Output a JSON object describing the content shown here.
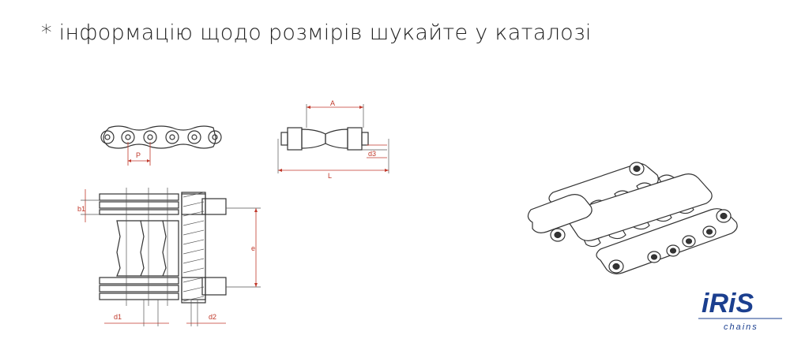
{
  "note": "* інформацію щодо розмірів шукайте у каталозі",
  "labels": {
    "p": "P",
    "a": "A",
    "d3": "d3",
    "l": "L",
    "b1": "b1",
    "e": "e",
    "d1": "d1",
    "d2": "d2"
  },
  "logo": {
    "name": "iRiS",
    "sub": "chains"
  },
  "colors": {
    "dimension": "#c0392b",
    "logo": "#1b3f8f",
    "line": "#333333"
  }
}
